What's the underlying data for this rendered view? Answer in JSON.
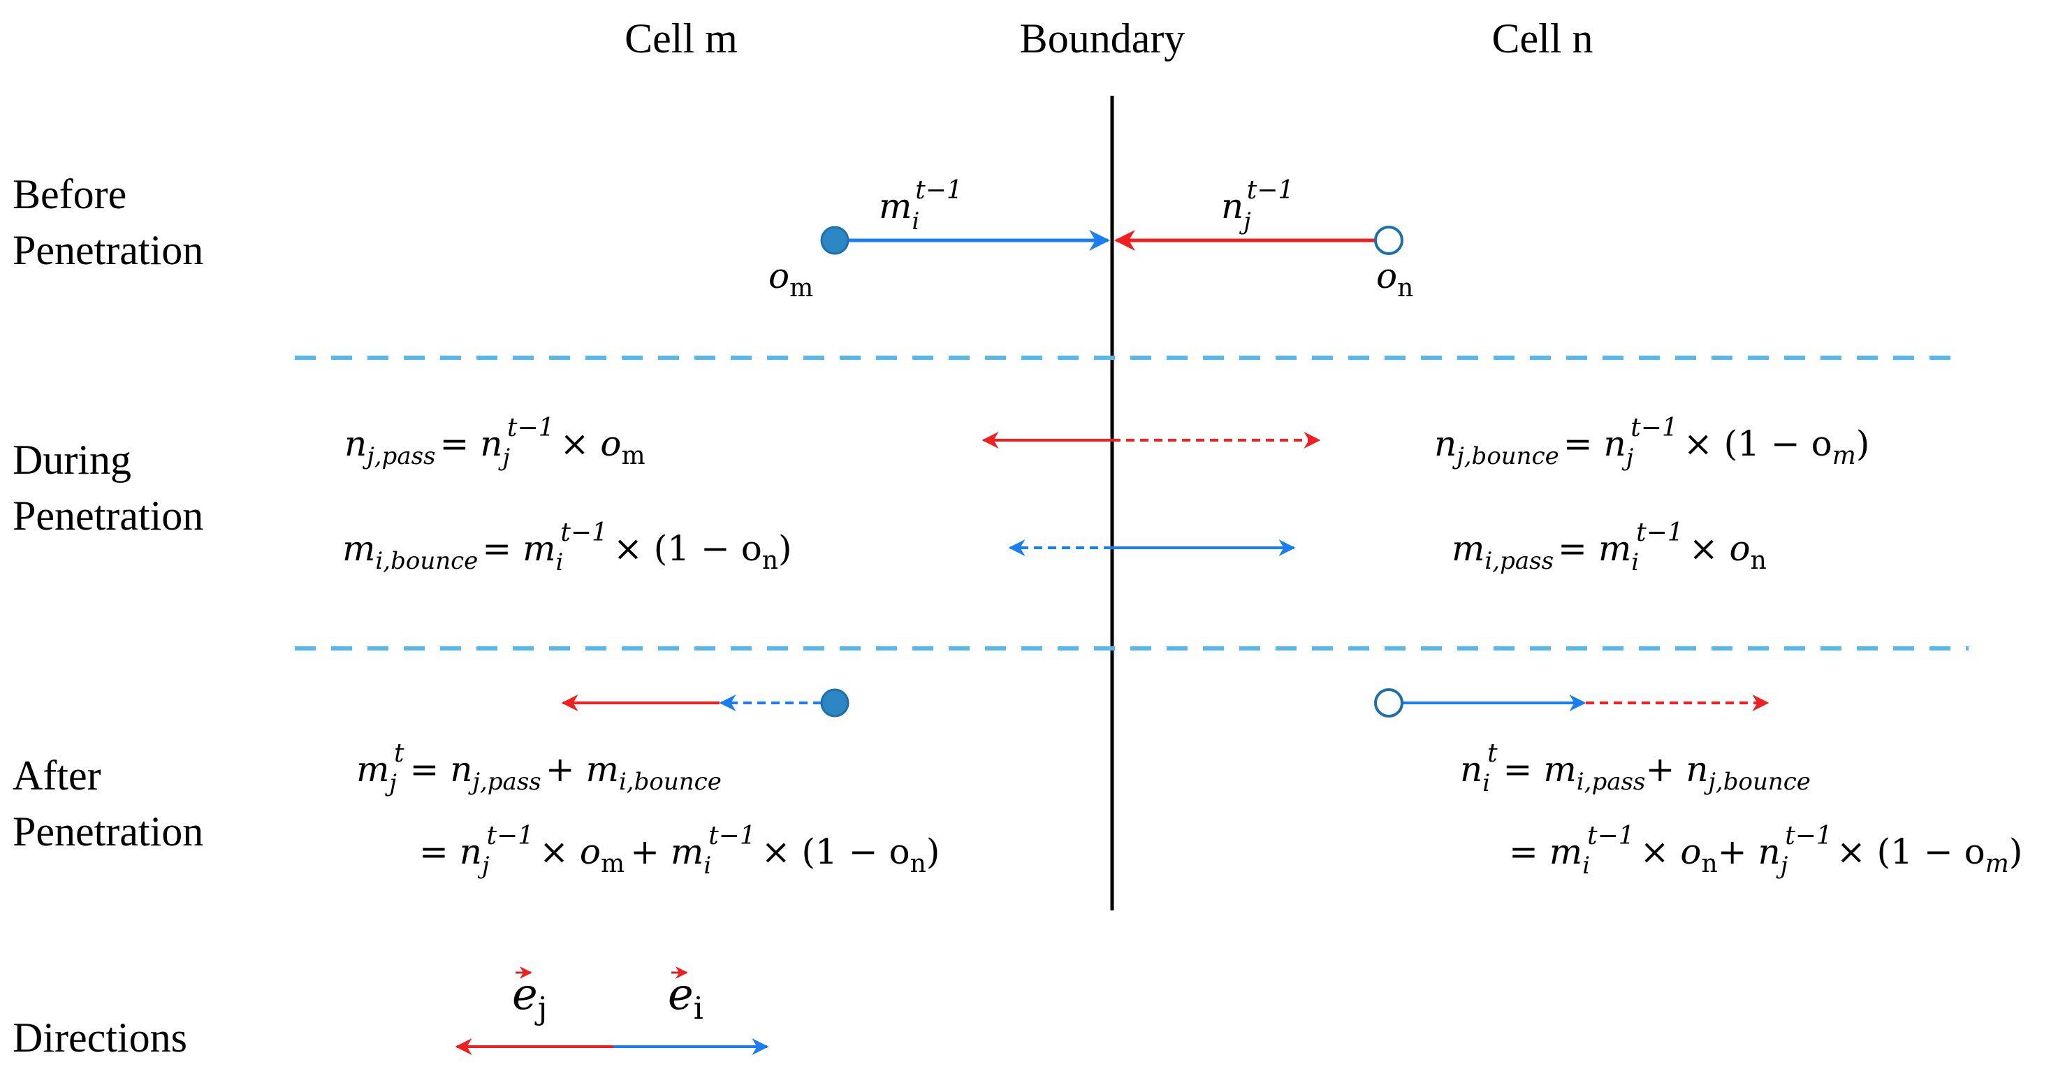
{
  "headers": {
    "cell_m": "Cell m",
    "boundary": "Boundary",
    "cell_n": "Cell n"
  },
  "row_labels": {
    "before": [
      "Before",
      "Penetration"
    ],
    "during": [
      "During",
      "Penetration"
    ],
    "after": [
      "After",
      "Penetration"
    ],
    "directions": "Directions"
  },
  "before": {
    "left_arrow_label": {
      "base": "m",
      "sub": "i",
      "sup": "t−1"
    },
    "right_arrow_label": {
      "base": "n",
      "sub": "j",
      "sup": "t−1"
    },
    "left_point_label": {
      "base": "o",
      "sub": "m"
    },
    "right_point_label": {
      "base": "o",
      "sub": "n"
    }
  },
  "during": {
    "n_pass": {
      "lhs": "n",
      "lhs_sub": "j,pass",
      "rhs_base": "n",
      "rhs_sub": "j",
      "rhs_sup": "t−1",
      "rhs_tail": "× o",
      "rhs_tail_sub": "m"
    },
    "n_bounce": {
      "lhs": "n",
      "lhs_sub": "j,bounce",
      "rhs_base": "n",
      "rhs_sub": "j",
      "rhs_sup": "t−1",
      "rhs_tail": "× (1 − o",
      "rhs_tail_sub": "m",
      "rhs_close": ")"
    },
    "m_bounce": {
      "lhs": "m",
      "lhs_sub": "i,bounce",
      "rhs_base": "m",
      "rhs_sub": "i",
      "rhs_sup": "t−1",
      "rhs_tail": "× (1 − o",
      "rhs_tail_sub": "n",
      "rhs_close": ")"
    },
    "m_pass": {
      "lhs": "m",
      "lhs_sub": "i,pass",
      "rhs_base": "m",
      "rhs_sub": "i",
      "rhs_sup": "t−1",
      "rhs_tail": "× o",
      "rhs_tail_sub": "n"
    }
  },
  "after": {
    "left_line1": {
      "lhs": "m",
      "lhs_sub": "j",
      "lhs_sup": "t",
      "term1": "n",
      "term1_sub": "j,pass",
      "term2": "m",
      "term2_sub": "i,bounce"
    },
    "left_line2": {
      "a": "n",
      "a_sub": "j",
      "a_sup": "t−1",
      "a_tail": "× o",
      "a_tail_sub": "m",
      "b": "m",
      "b_sub": "i",
      "b_sup": "t−1",
      "b_tail": "× (1 − o",
      "b_tail_sub": "n",
      "b_close": ")"
    },
    "right_line1": {
      "lhs": "n",
      "lhs_sub": "i",
      "lhs_sup": "t",
      "term1": "m",
      "term1_sub": "i,pass",
      "term2": "n",
      "term2_sub": "j,bounce"
    },
    "right_line2": {
      "a": "m",
      "a_sub": "i",
      "a_sup": "t−1",
      "a_tail": "× o",
      "a_tail_sub": "n",
      "b": "n",
      "b_sub": "j",
      "b_sup": "t−1",
      "b_tail": "× (1 − o",
      "b_tail_sub": "m",
      "b_close": ")"
    }
  },
  "directions": {
    "ej": {
      "base": "e",
      "sub": "j"
    },
    "ei": {
      "base": "e",
      "sub": "i"
    }
  },
  "colors": {
    "blue": "#1A7EF0",
    "red": "#F02020",
    "dashed_divider": "#55B8EC",
    "point_fill": "#2C86C4",
    "point_stroke": "#1F6FA8",
    "boundary": "#000000"
  }
}
